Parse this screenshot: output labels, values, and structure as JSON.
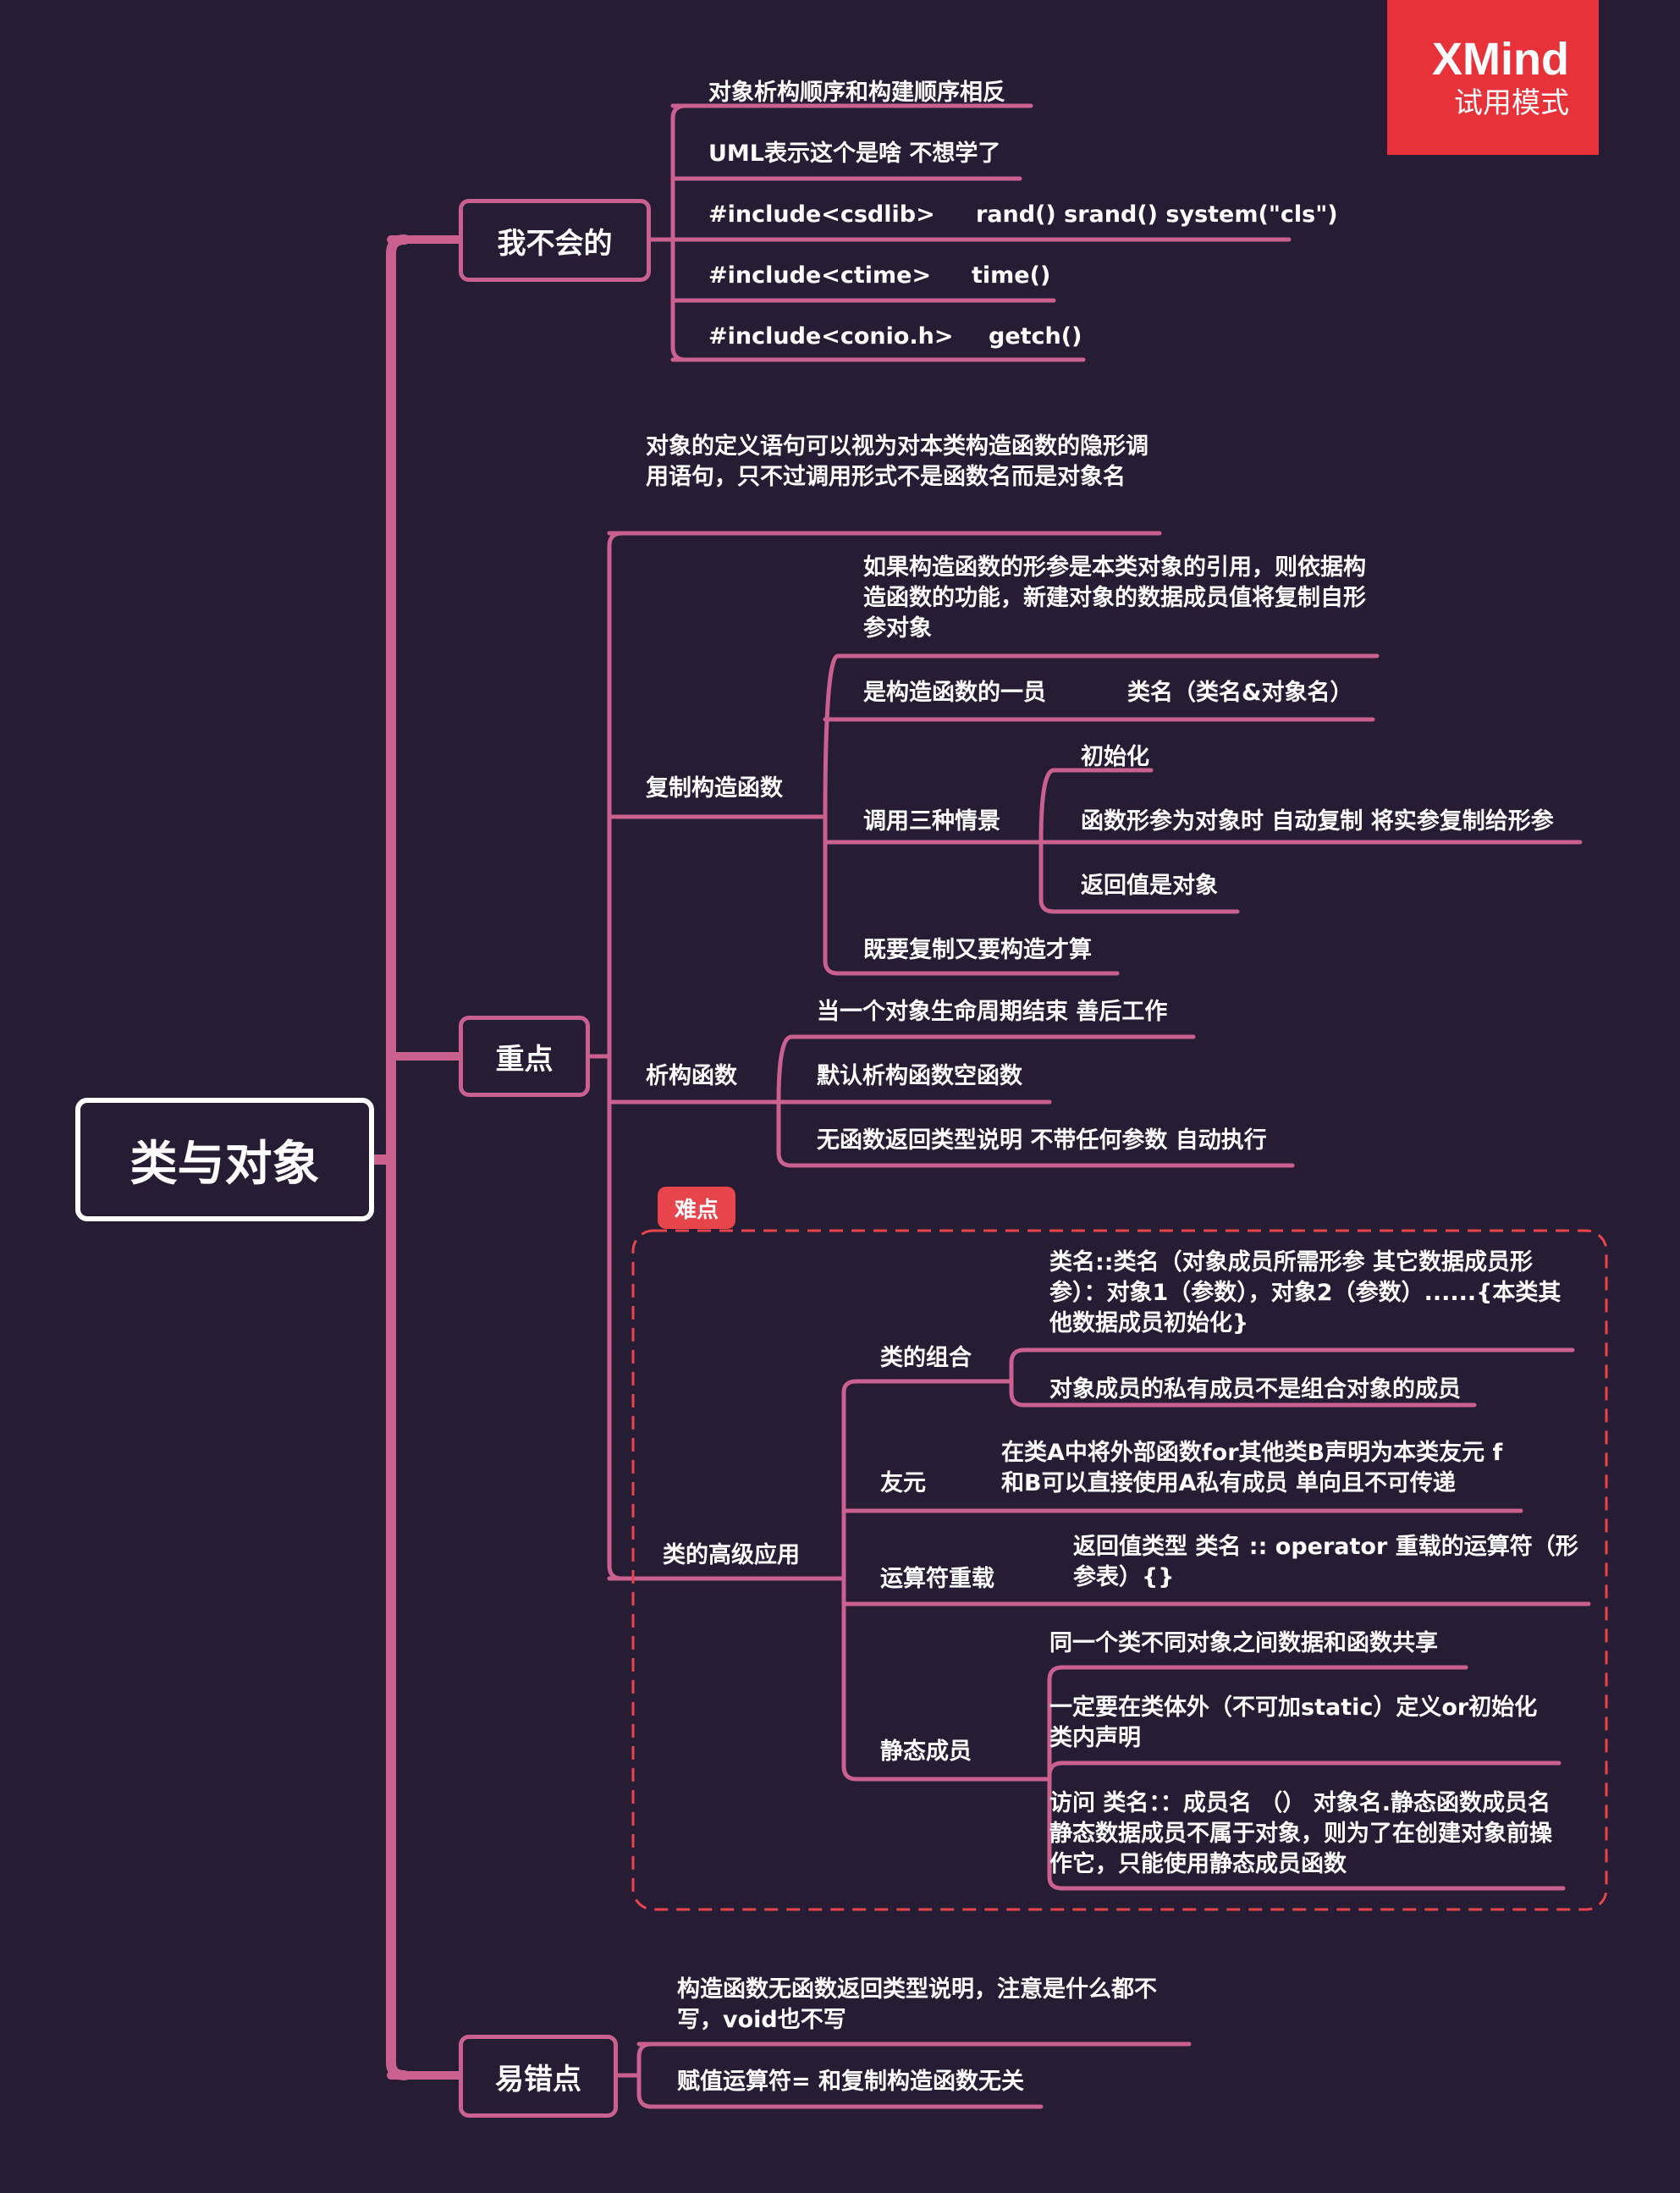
{
  "watermark": {
    "logo": "XMind",
    "mode": "试用模式"
  },
  "root": {
    "label": "类与对象"
  },
  "branch1": {
    "label": "我不会的",
    "items": [
      {
        "text": "对象析构顺序和构建顺序相反",
        "extra": ""
      },
      {
        "text": "UML表示这个是啥 不想学了",
        "extra": ""
      },
      {
        "text": "#include<csdlib>",
        "extra": "rand() srand() system(\"cls\")"
      },
      {
        "text": "#include<ctime>",
        "extra": "time()"
      },
      {
        "text": "#include<conio.h>",
        "extra": "getch()"
      }
    ]
  },
  "branch2": {
    "label": "重点",
    "implicit_call": "对象的定义语句可以视为对本类构造函数的隐形调用语句，只不过调用形式不是函数名而是对象名",
    "copy_ctor": {
      "label": "复制构造函数",
      "items": [
        "如果构造函数的形参是本类对象的引用，则依据构造函数的功能，新建对象的数据成员值将复制自形参对象",
        "是构造函数的一员",
        "类名（类名&对象名）",
        "调用三种情景",
        "既要复制又要构造才算"
      ],
      "scenarios": [
        "初始化",
        "函数形参为对象时 自动复制 将实参复制给形参",
        "返回值是对象"
      ]
    },
    "dtor": {
      "label": "析构函数",
      "items": [
        "当一个对象生命周期结束 善后工作",
        "默认析构函数空函数",
        "无函数返回类型说明 不带任何参数 自动执行"
      ]
    },
    "difficult_tag": "难点",
    "advanced": {
      "label": "类的高级应用",
      "composition": {
        "label": "类的组合",
        "items": [
          "类名::类名（对象成员所需形参 其它数据成员形参）：对象1（参数），对象2（参数）......{本类其他数据成员初始化}",
          "对象成员的私有成员不是组合对象的成员"
        ]
      },
      "friend": {
        "label": "友元",
        "text": "在类A中将外部函数for其他类B声明为本类友元 f和B可以直接使用A私有成员 单向且不可传递"
      },
      "operator": {
        "label": "运算符重载",
        "text": "返回值类型   类名 :: operator 重载的运算符（形参表）{}"
      },
      "static": {
        "label": "静态成员",
        "items": [
          "同一个类不同对象之间数据和函数共享",
          "一定要在类体外（不可加static）定义or初始化 类内声明",
          "访问 类名：：成员名 （） 对象名.静态函数成员名        静态数据成员不属于对象，则为了在创建对象前操作它，只能使用静态成员函数"
        ]
      }
    }
  },
  "branch3": {
    "label": "易错点",
    "items": [
      "构造函数无函数返回类型说明，注意是什么都不写，void也不写",
      "赋值运算符= 和复制构造函数无关"
    ]
  },
  "colors": {
    "background": "#261d34",
    "line": "#c9608e",
    "accent": "#e8323a",
    "text": "#ffffff"
  }
}
